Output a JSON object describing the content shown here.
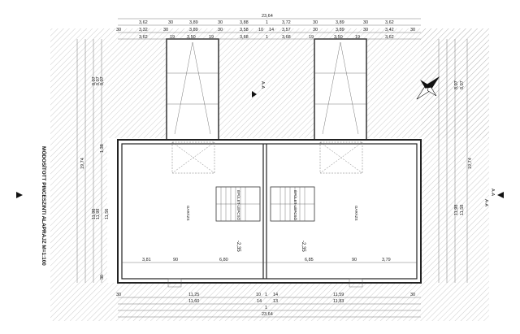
{
  "title": "MÓDOSÍTOTT PINCESZINTI ALAPRAJZ M=1:100",
  "top_dims": {
    "row1": [
      "23,64"
    ],
    "row2": [
      "3,62",
      "30",
      "3,89",
      "30",
      "3,88",
      "1",
      "3,72",
      "30",
      "3,89",
      "30",
      "3,62"
    ],
    "row3": [
      "30",
      "3,32",
      "30",
      "3,89",
      "30",
      "3,58",
      "10",
      "14",
      "3,57",
      "30",
      "3,89",
      "30",
      "3,42",
      "30"
    ],
    "row4": [
      "3,62",
      "19",
      "3,50",
      "19",
      "3,68",
      "1",
      "3,68",
      "19",
      "3,50",
      "19",
      "3,62"
    ]
  },
  "bottom_dims": {
    "row1": [
      "30",
      "11,25",
      "10",
      "1",
      "14",
      "11,59",
      "30"
    ],
    "row2": [
      "11,60",
      "14",
      "13",
      "11,83"
    ],
    "row3": [
      "1"
    ],
    "row4": [
      "23,64"
    ]
  },
  "left_dims": [
    "8,07",
    "8,07",
    "8,07",
    "19,74",
    "11,98",
    "11,98",
    "11,56",
    "1,38",
    "30"
  ],
  "right_dims": [
    "8,07",
    "8,07",
    "19,74",
    "11,58",
    "11,98"
  ],
  "room_dims": [
    "3,81",
    "90",
    "6,80",
    "6,85",
    "90",
    "3,79"
  ],
  "levels": [
    "-2,35",
    "-2,35"
  ],
  "rooms": [
    "GARÁZS",
    "GARÁZS"
  ],
  "stairs": [
    "ÉPÜLET-LÉPCSŐ",
    "ÉPÜLET-LÉPCSŐ"
  ],
  "section_marks": [
    "A-A",
    "A-A",
    "A-A"
  ]
}
